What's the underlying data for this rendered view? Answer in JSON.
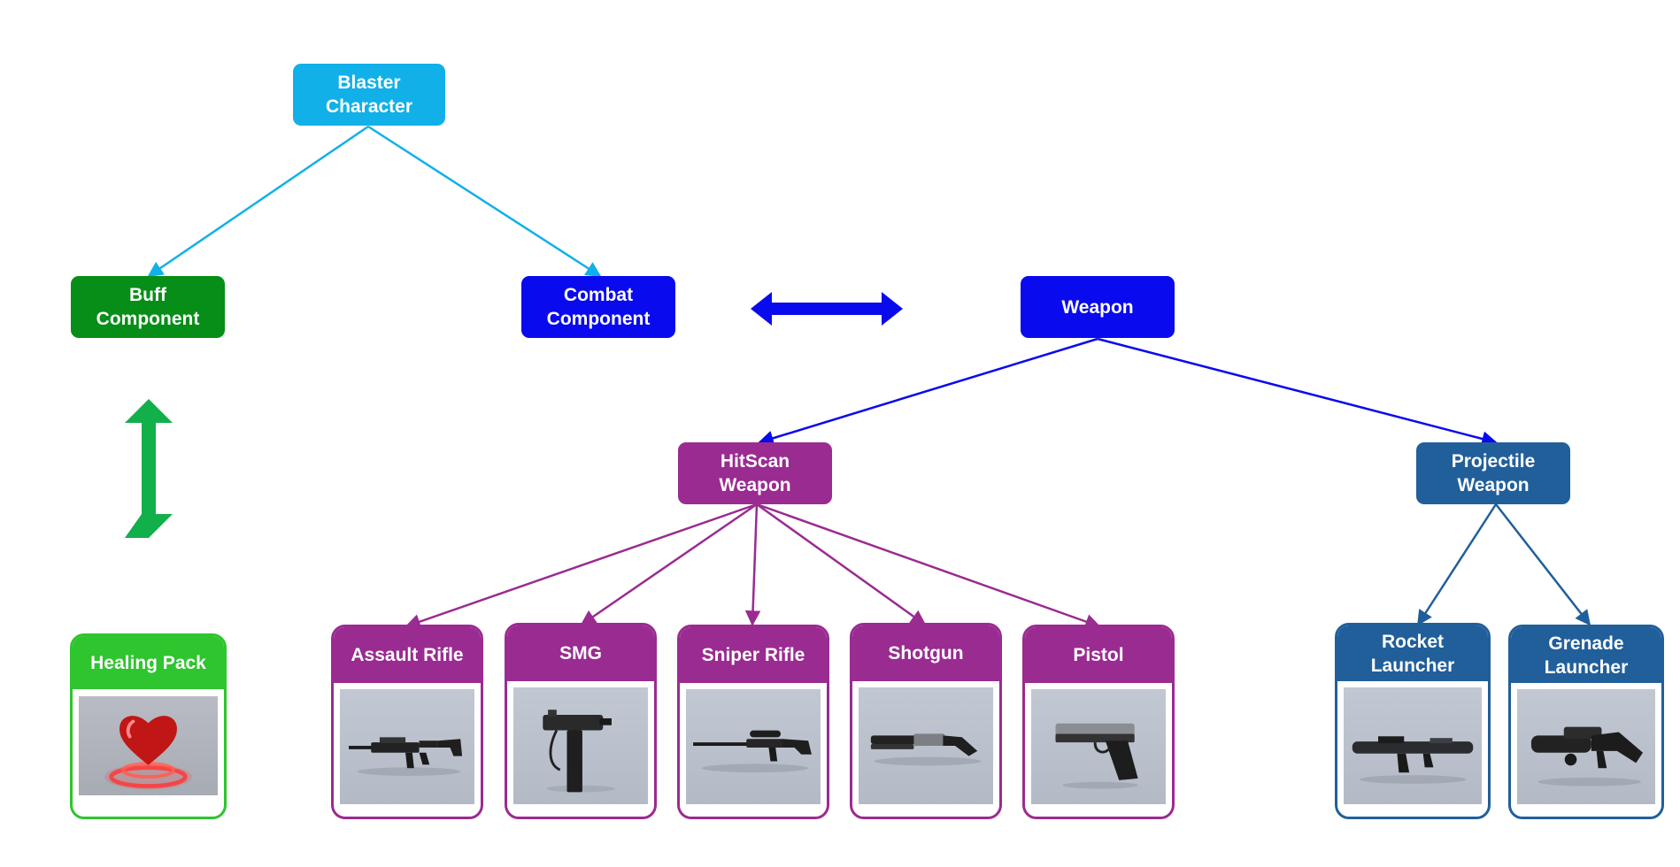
{
  "colors": {
    "blaster": "#11b0e8",
    "buff": "#078e18",
    "combat": "#0a0aee",
    "weapon": "#0a0aee",
    "hitscan": "#9a2b91",
    "projectile": "#215f9b",
    "healing": "#2ec52e",
    "green_arrow": "#12b04b",
    "blue_arrow": "#0a0aee"
  },
  "nodes": {
    "blaster": {
      "line1": "Blaster",
      "line2": "Character"
    },
    "buff": {
      "line1": "Buff",
      "line2": "Component"
    },
    "combat": {
      "line1": "Combat",
      "line2": "Component"
    },
    "weapon": {
      "label": "Weapon"
    },
    "hitscan": {
      "line1": "HitScan",
      "line2": "Weapon"
    },
    "projectile": {
      "line1": "Projectile",
      "line2": "Weapon"
    }
  },
  "cards": {
    "healing": {
      "label": "Healing Pack",
      "icon": "heart-icon"
    },
    "assault_rifle": {
      "label": "Assault Rifle",
      "icon": "assault-rifle-icon"
    },
    "smg": {
      "label": "SMG",
      "icon": "smg-icon"
    },
    "sniper_rifle": {
      "label": "Sniper Rifle",
      "icon": "sniper-rifle-icon"
    },
    "shotgun": {
      "label": "Shotgun",
      "icon": "shotgun-icon"
    },
    "pistol": {
      "label": "Pistol",
      "icon": "pistol-icon"
    },
    "rocket_launcher": {
      "line1": "Rocket",
      "line2": "Launcher",
      "icon": "rocket-launcher-icon"
    },
    "grenade_launcher": {
      "line1": "Grenade",
      "line2": "Launcher",
      "icon": "grenade-launcher-icon"
    }
  }
}
